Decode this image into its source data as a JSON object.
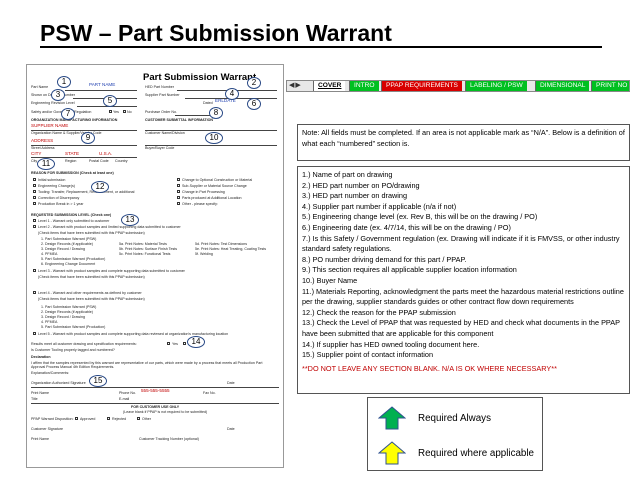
{
  "slide": {
    "title": "PSW – Part Submission Warrant"
  },
  "form": {
    "title": "Part Submission Warrant",
    "fields": {
      "part_name": "Part Name",
      "shown_on_drawing": "Shown on Drawing Number",
      "engineering_change": "Engineering Revision Level",
      "safety_regulation": "Safety and/or Government Regulation",
      "yes": "Yes",
      "no": "No",
      "org_header": "ORGANIZATION MANUFACTURING INFORMATION",
      "customer_header": "CUSTOMER SUBMITTAL INFORMATION",
      "hed_part_number": "HED Part Number",
      "supplier_part_number": "Supplier Part Number",
      "dated": "Dated",
      "purchase_order": "Purchase Order No.",
      "customer_name": "Customer Name/Division",
      "buyer": "Buyer/Buyer Code",
      "org_name_code": "Organization Name & Supplier/Vendor Code",
      "street_address": "Street Address",
      "city": "City",
      "region": "Region",
      "postal_code": "Postal Code",
      "country": "Country",
      "reason_header": "REASON FOR SUBMISSION (Check at least one)",
      "reasons_left": [
        "Initial submission",
        "Engineering Change(s)",
        "Tooling: Transfer, Replacement, Refurbishment, or additional",
        "Correction of Discrepancy",
        "Production Break in > 1 year"
      ],
      "reasons_right": [
        "Change to Optional Construction or Material",
        "Sub-Supplier or Material Source Change",
        "Change in Part Processing",
        "Parts produced at Additional Location",
        "Other - please specify:"
      ],
      "level_header": "REQUESTED SUBMISSION LEVEL (Check one)",
      "level_1": "Level 1 - Warrant only submitted to customer",
      "level_2": "Level 2 - Warrant with product samples and limited supporting data submitted to customer",
      "level_3": "Level 3 - Warrant with product samples and complete supporting data submitted to customer",
      "level_items": [
        "1. Part Submission Warrant (PSW)",
        "2. Design Records (if applicable)",
        "3. Design Record / Drawing",
        "4. PFMEA",
        "5. Part Submission Warrant (Production)",
        "6. Engineering Change Document"
      ],
      "level_items_mid": [
        "5a. Print Notes: Material Tests",
        "5b. Print Notes: Surface Finish Tests",
        "5c. Print Notes: Functional Tests"
      ],
      "level_items_right": [
        "5d. Print Notes: Test Dimensions",
        "5e. Print Notes: Heat Treating, Coating Tests",
        "5f. Welding"
      ],
      "level_4": "Level 4 - Warrant and other requirements as defined by customer",
      "level_5": "Level 5 - Warrant with product samples and complete supporting data reviewed at organization's manufacturing location",
      "level_note": "(Check items that have been submitted with this PPAP submission)",
      "declaration": "Declaration",
      "declaration_text": "I affirm that the samples represented by this warrant are representative of our parts, which were made by a process that meets all Production Part Approval Process Manual 4th Edition Requirements.",
      "meet_requirements": "Results meet all customer drawing and specification requirements:",
      "tooling_owned": "Is Customer Tooling properly tagged and numbered?",
      "explanation": "Explanation/Comments:",
      "authorized_signature": "Organization Authorized Signature",
      "date": "Date",
      "print_name": "Print Name",
      "phone": "Phone No.",
      "phone_value": "555-555-5555",
      "fax": "Fax No.",
      "title_label": "Title",
      "email": "E-mail",
      "customer_use_header": "FOR CUSTOMER USE ONLY",
      "customer_use_sub": "(Leave blank if PPAP is not required to be submitted)",
      "ppap_disposition": "PPAP Warrant Disposition:",
      "approved": "Approved",
      "rejected": "Rejected",
      "other": "Other",
      "customer_signature": "Customer Signature",
      "customer_tracking": "Customer Tracking Number (optional)"
    },
    "filled": {
      "part_name": "PART NAME",
      "dated": "ERLDATE",
      "supplier_name": "SUPPLIER NAME",
      "address": "ADDRESS",
      "city": "CITY",
      "state": "STATE",
      "country": "U.S.A."
    },
    "badges": [
      "1",
      "2",
      "3",
      "4",
      "5",
      "6",
      "7",
      "8",
      "9",
      "10",
      "11",
      "12",
      "13",
      "14",
      "15"
    ]
  },
  "tabs": {
    "nav": "◀▶",
    "items": [
      {
        "label": "COVER",
        "color": "#ffffff"
      },
      {
        "label": "INTRO",
        "color": "#00c020"
      },
      {
        "label": "PPAP REQUIREMENTS",
        "color": "#d80000"
      },
      {
        "label": "LABELING / PSW",
        "color": "#00c020"
      },
      {
        "label": "DIMENSIONAL",
        "color": "#00c020"
      },
      {
        "label": "PRINT NO",
        "color": "#00c020"
      }
    ]
  },
  "note": "Note: All fields must be completed.  If an area is not applicable mark as “N/A”. Below is a definition of what each “numbered” section is.",
  "definitions": [
    "1.) Name of part on drawing",
    "2.) HED part number on PO/drawing",
    "3.) HED part number on drawing",
    "4.) Supplier part number if applicable (n/a if not)",
    "5.) Engineering change level (ex. Rev B, this will be on the drawing / PO)",
    "6.) Engineering date (ex. 4/7/14, this will be on the drawing / PO)",
    "7.) Is this Safety / Government regulation (ex. Drawing will indicate if it is FMVSS, or other industry standard safety regulations.",
    "8.) PO number driving demand for this part / PPAP.",
    "9.) This section requires all applicable supplier location information",
    "10.) Buyer Name",
    "11.) Materials Reporting, acknowledgment the parts meet the hazardous material restrictions outline per the drawing, supplier standards guides or other contract flow down requirements",
    "12.) Check the reason for the PPAP submission",
    "13.) Check the Level of PPAP that was requested by HED and check what documents in the PPAP have been submitted that are applicable for this component",
    "14.) If supplier has HED owned tooling document here.",
    "15.) Supplier point of contact information"
  ],
  "warning": "**DO NOT LEAVE ANY SECTION BLANK. N/A IS OK WHERE NECESSARY**",
  "legend": {
    "always": {
      "label": "Required Always",
      "color": "#00b050",
      "icon": "green-up-arrow-icon"
    },
    "applicable": {
      "label": "Required where applicable",
      "color": "#ffff00",
      "icon": "yellow-up-arrow-icon"
    }
  }
}
